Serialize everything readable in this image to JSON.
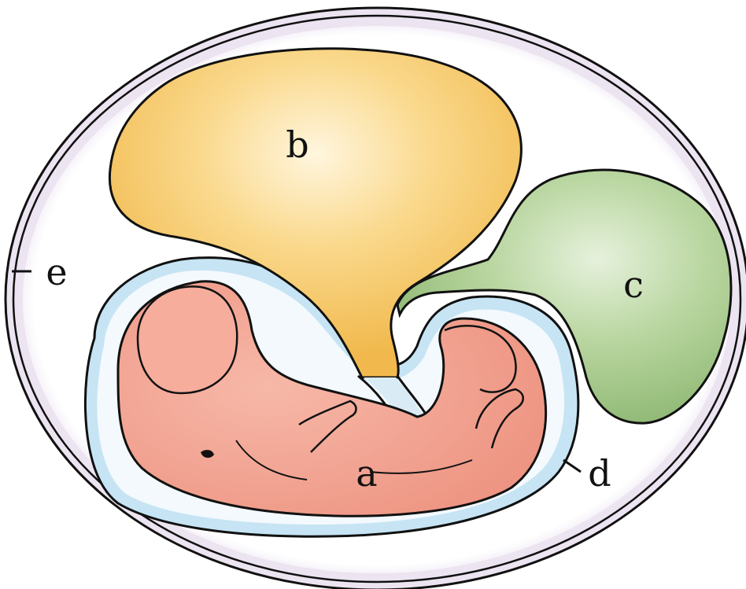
{
  "labels": {
    "embryo": "a",
    "yolk_sac": "b",
    "allantois": "c",
    "amnion": "d",
    "shell": "e"
  },
  "colors": {
    "background": "#ffffff",
    "shell_fill": "#ece4f1",
    "albumen_fill": "#ffffff",
    "yolk_sac": "#f6c660",
    "allantois": "#a5c889",
    "amniotic_fluid": "#c6e4f4",
    "embryo": "#f3a391",
    "outline": "#111111"
  }
}
